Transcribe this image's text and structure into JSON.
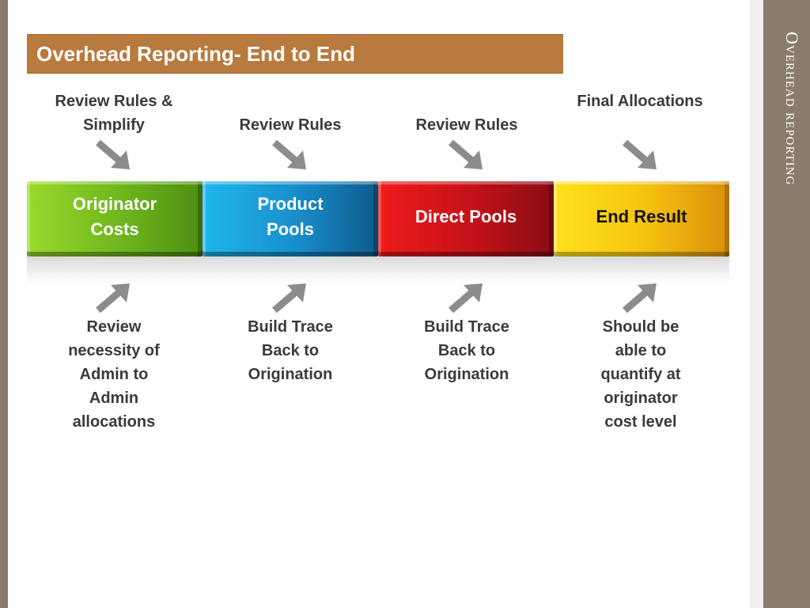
{
  "slide": {
    "title": "Overhead Reporting- End to End",
    "side_title": "Overhead reporting"
  },
  "stages": [
    {
      "label": "Originator Costs",
      "top_note": "Review Rules & Simplify",
      "bottom_note": "Review necessity of Admin to Admin allocations"
    },
    {
      "label": "Product Pools",
      "top_note": "Review Rules",
      "bottom_note": "Build Trace Back to Origination"
    },
    {
      "label": "Direct Pools",
      "top_note": "Review Rules",
      "bottom_note": "Build Trace Back to Origination"
    },
    {
      "label": "End Result",
      "top_note": "Final Allocations",
      "bottom_note": "Should be able to quantify at originator cost level"
    }
  ],
  "colors": {
    "title_bar": "#b87a3d",
    "side_bar": "#8a7b6d",
    "stage1": "#6db51d",
    "stage2": "#1991cf",
    "stage3": "#c8121a",
    "stage4": "#f5c40f",
    "arrow": "#8c8c8c"
  },
  "icons": {
    "top_arrow": "arrow-down-right-icon",
    "bottom_arrow": "arrow-up-right-icon"
  }
}
